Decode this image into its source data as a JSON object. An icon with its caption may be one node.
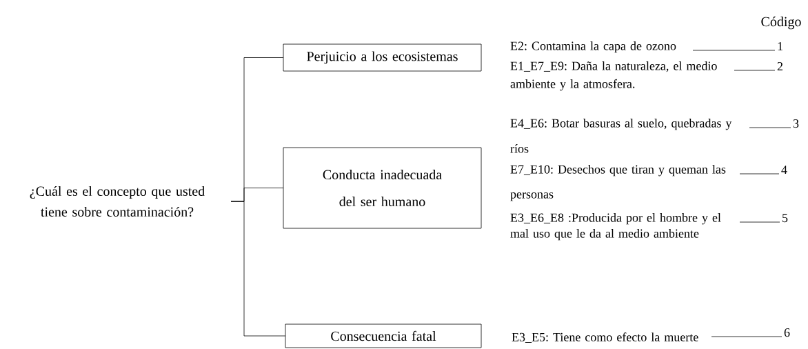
{
  "diagram": {
    "nodes": [
      {
        "text": [
          "¿Cuál es el concepto que usted tiene sobre contaminación?"
        ]
      },
      {
        "text": [
          "Perjuicio a los ecosistemas"
        ]
      },
      {
        "text": [
          "Conducta inadecuada del ser humano"
        ]
      },
      {
        "text": [
          "Consecuencia fatal"
        ]
      },
      {
        "text": [
          "E2: Contamina la capa de ozono"
        ]
      },
      {
        "text": [
          "E1_E7_E9: Daña la naturaleza, el medio ambiente y la atmosfera."
        ]
      },
      {
        "text": [
          "E4_E6: Botar basuras al suelo, quebradas y ríos"
        ]
      },
      {
        "text": [
          "E7_E10: Desechos que tiran y queman las personas"
        ]
      },
      {
        "text": [
          "E3_E6_E8 :Producida por el hombre y el mal uso que le da al medio ambiente"
        ]
      },
      {
        "text": [
          "E3_E5: Tiene como efecto la muerte"
        ]
      },
      {
        "text": [
          "1"
        ]
      },
      {
        "text": [
          "2"
        ]
      },
      {
        "text": [
          "3"
        ]
      },
      {
        "text": [
          "4"
        ]
      },
      {
        "text": [
          "5"
        ]
      },
      {
        "text": [
          "6"
        ]
      }
    ],
    "edges": [
      {
        "from": 0,
        "to": 1,
        "arrow": "none"
      },
      {
        "from": 0,
        "to": 2,
        "arrow": "none"
      },
      {
        "from": 0,
        "to": 3,
        "arrow": "none"
      },
      {
        "from": 4,
        "to": 10,
        "arrow": "none"
      },
      {
        "from": 5,
        "to": 11,
        "arrow": "none"
      },
      {
        "from": 6,
        "to": 12,
        "arrow": "none"
      },
      {
        "from": 7,
        "to": 13,
        "arrow": "none"
      },
      {
        "from": 8,
        "to": 14,
        "arrow": "none"
      },
      {
        "from": 9,
        "to": 15,
        "arrow": "none"
      }
    ],
    "labels": [
      "Código"
    ]
  }
}
